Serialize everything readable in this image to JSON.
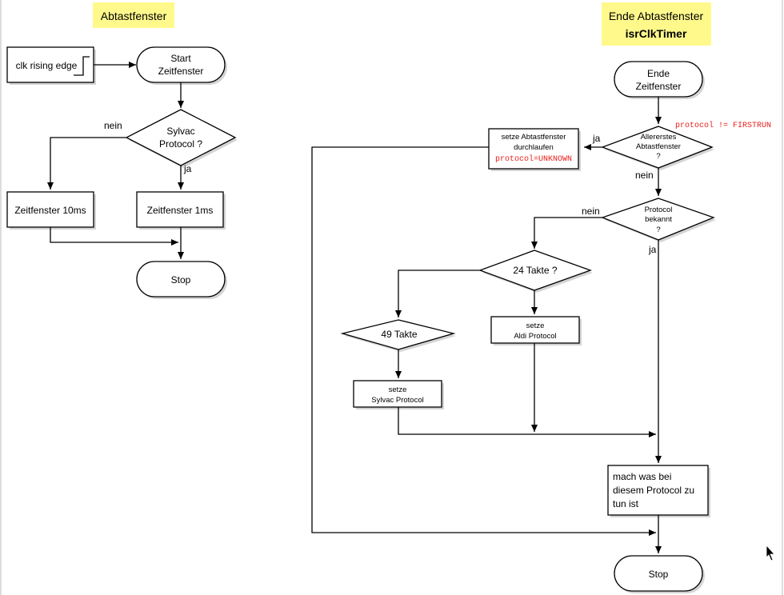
{
  "left": {
    "title": "Abtastfenster",
    "clk_box": "clk rising edge",
    "start": [
      "Start",
      "Zeitfenster"
    ],
    "decision": [
      "Sylvac",
      "Protocol ?"
    ],
    "nein": "nein",
    "ja": "ja",
    "box_10ms": "Zeitfenster 10ms",
    "box_1ms": "Zeitfenster 1ms",
    "stop": "Stop"
  },
  "right": {
    "title_line1": "Ende Abtastfenster",
    "title_line2": "isrClkTimer",
    "end": [
      "Ende",
      "Zeitfenster"
    ],
    "cond_code": "protocol != FIRSTRUN",
    "allererstes": [
      "Allererstes",
      "Abtastfenster",
      "?"
    ],
    "ja1": "ja",
    "nein1": "nein",
    "setze_abtast": [
      "setze Abtastfenster",
      "durchlaufen"
    ],
    "setze_abtast_code": "protocol=UNKNOWN",
    "protocol_bekannt": [
      "Protocol",
      "bekannt",
      "?"
    ],
    "nein2": "nein",
    "ja2": "ja",
    "takte24": "24 Takte ?",
    "takte49": "49 Takte",
    "setze_aldi": [
      "setze",
      "Aldi Protocol"
    ],
    "setze_sylvac": [
      "setze",
      "Sylvac Protocol"
    ],
    "mach_was": [
      "mach was bei",
      "diesem Protocol zu",
      "tun ist"
    ],
    "stop": "Stop"
  },
  "colors": {
    "note": "#fff98c",
    "code": "#e8201c"
  }
}
